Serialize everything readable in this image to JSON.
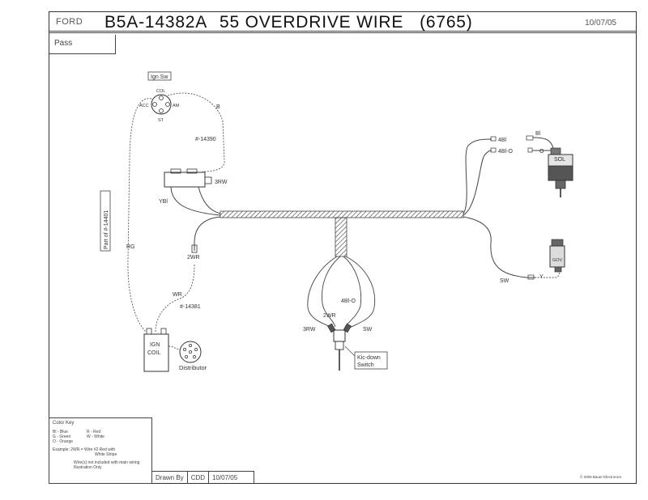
{
  "header": {
    "maker": "FORD",
    "part_number": "B5A-14382A",
    "title": "55 OVERDRIVE WIRE",
    "ref": "(6765)",
    "date": "10/07/05",
    "vehicle": "Pass"
  },
  "labels": {
    "ign_sw": "Ign Sw",
    "col": "COL",
    "acc": "ACC",
    "am": "AM",
    "st": "ST",
    "b": "B",
    "w14390": "#-14390",
    "three_rw_left": "3RW",
    "ybl": "YBl",
    "part_of": "Part of #-14401",
    "rg": "RG",
    "two_wr": "2WR",
    "wr": "WR",
    "w14381": "#-14381",
    "ign_coil_1": "IGN",
    "ign_coil_2": "COIL",
    "distributor": "Distributor",
    "bl_top": "Bl",
    "four_bl_top": "4Bl",
    "four_bl_o": "4Bl-O",
    "o_top": "O",
    "sol": "SOL",
    "gov": "GOV",
    "sw_right": "SW",
    "y_right": "Y",
    "four_bl_o_mid": "4Bl-O",
    "two_wr_mid": "2WR",
    "three_rw_mid": "3RW",
    "sw_mid": "SW",
    "kickdown_1": "Kic-down",
    "kickdown_2": "Switch"
  },
  "color_key": {
    "title": "Color Key",
    "rows": [
      [
        "Bl - Blue",
        "R - Red"
      ],
      [
        "G - Green",
        "W - White"
      ],
      [
        "O - Orange",
        ""
      ]
    ],
    "example_1": "Example: 2WR = Wire #2 Red with",
    "example_2": "White Stripe",
    "note_1": "Wire(s) not included with main wiring",
    "note_2": "Illustration Only"
  },
  "footer": {
    "drawn_by_label": "Drawn By",
    "drawn_by": "CDD",
    "date": "10/07/05",
    "copyright": "© 2005 Bauer Electronics"
  }
}
